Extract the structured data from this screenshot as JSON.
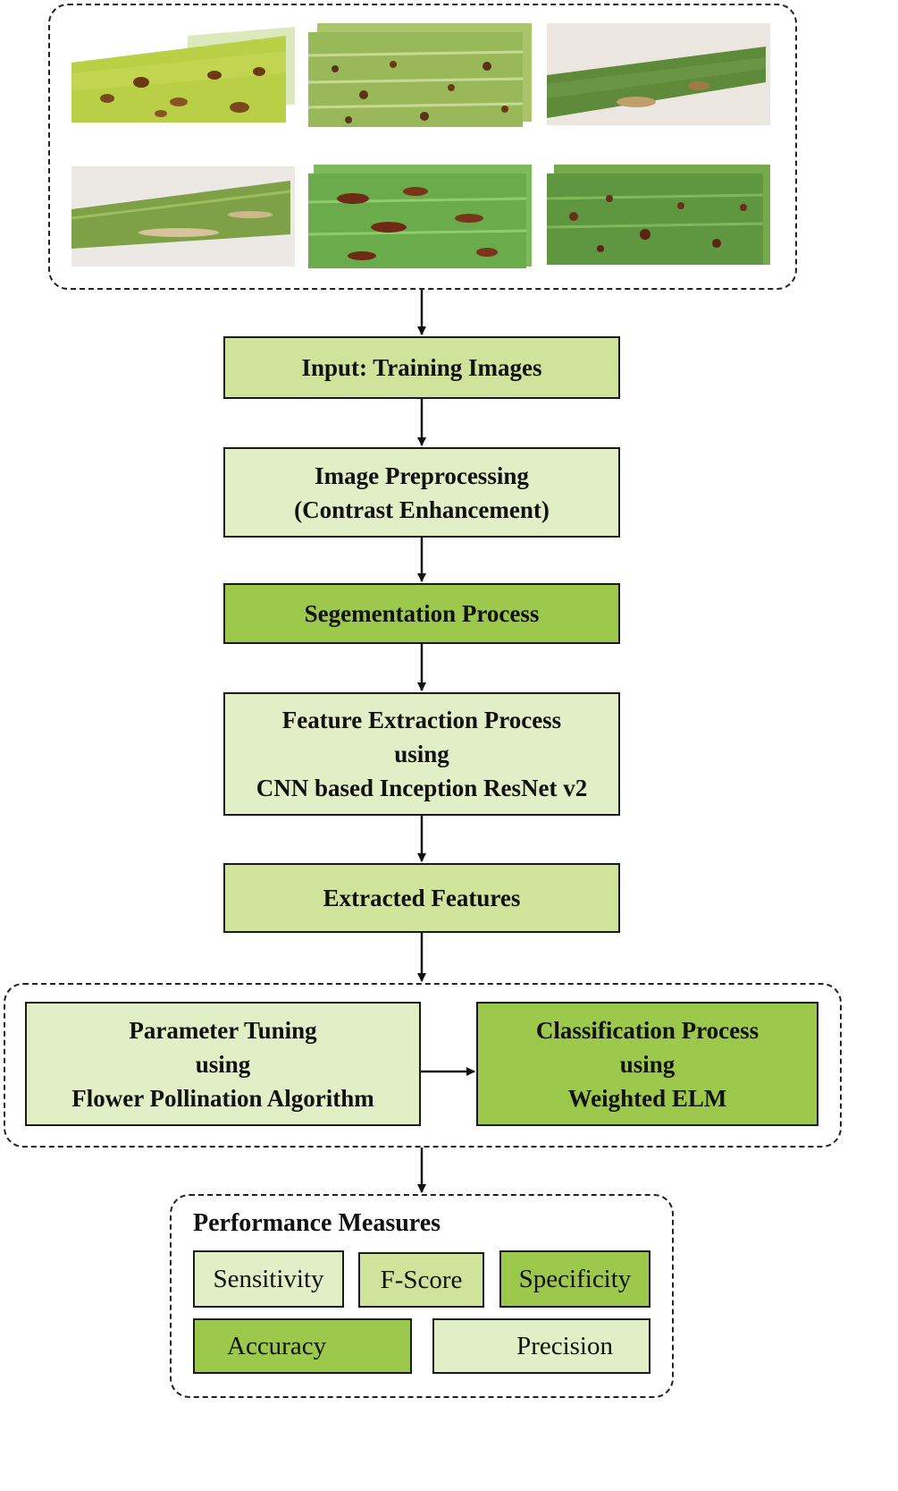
{
  "colors": {
    "light_fill": "#e2efc6",
    "mid_fill": "#cfe39a",
    "dark_fill": "#9cc84c",
    "border": "#1a1a1a"
  },
  "image_panel": {
    "leaf_images": [
      {
        "name": "leaf-image-brown-spot",
        "tone": "yellow-green with dark brown spots"
      },
      {
        "name": "leaf-image-stack-spots",
        "tone": "green with small brown spots"
      },
      {
        "name": "leaf-image-lesion",
        "tone": "dark green with pale lesion"
      },
      {
        "name": "leaf-image-streak",
        "tone": "green with pale streak"
      },
      {
        "name": "leaf-image-blotch",
        "tone": "green with dark red-brown blotches"
      },
      {
        "name": "leaf-image-speckle",
        "tone": "green with brown speckles"
      }
    ]
  },
  "steps": {
    "input": [
      "Input: Training Images"
    ],
    "preprocessing": [
      "Image Preprocessing",
      "(Contrast Enhancement)"
    ],
    "segmentation": [
      "Segementation Process"
    ],
    "feature_extraction": [
      "Feature Extraction Process",
      "using",
      "CNN based Inception ResNet v2"
    ],
    "extracted": [
      "Extracted Features"
    ],
    "tuning": [
      "Parameter Tuning",
      "using",
      "Flower Pollination Algorithm"
    ],
    "classification": [
      "Classification Process",
      "using",
      "Weighted ELM"
    ]
  },
  "performance": {
    "title": "Performance Measures",
    "metrics": {
      "sensitivity": "Sensitivity",
      "fscore": "F-Score",
      "specificity": "Specificity",
      "accuracy": "Accuracy",
      "precision": "Precision"
    }
  }
}
